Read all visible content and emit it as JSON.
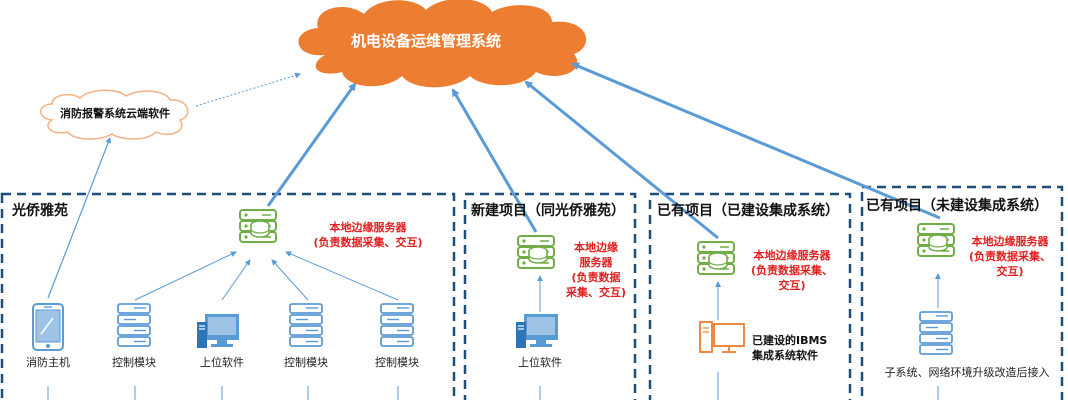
{
  "main_system": {
    "label": "机电设备运维管理系统"
  },
  "fire_cloud": {
    "label": "消防报警系统云端软件"
  },
  "zones": [
    {
      "title": "光侨雅苑"
    },
    {
      "title": "新建项目（同光侨雅苑）"
    },
    {
      "title": "已有项目（已建设集成系统）"
    },
    {
      "title": "已有项目（未建设集成系统）"
    }
  ],
  "servers": [
    {
      "line1": "本地边缘服务器",
      "line2": "(负责数据采集、交互)"
    },
    {
      "line1": "本地边缘",
      "line2": "服务器",
      "line3": "(负责数据",
      "line4": "采集、交互)"
    },
    {
      "line1": "本地边缘服务器",
      "line2": "(负责数据采集、",
      "line3": "交互)"
    },
    {
      "line1": "本地边缘服务器",
      "line2": "(负责数据采集、",
      "line3": "交互)"
    }
  ],
  "devices": [
    {
      "label": "消防主机",
      "icon": "phone-icon"
    },
    {
      "label": "控制模块",
      "icon": "module-icon"
    },
    {
      "label": "上位软件",
      "icon": "monitor-icon"
    },
    {
      "label": "控制模块",
      "icon": "module-icon"
    },
    {
      "label": "控制模块",
      "icon": "module-icon"
    },
    {
      "label": "上位软件",
      "icon": "monitor-icon"
    },
    {
      "label": "子系统、网络环境升级改造后接入",
      "icon": "module-icon"
    }
  ],
  "ibms": {
    "line1": "已建设的IBMS",
    "line2": "集成系统软件",
    "icon": "computer-icon"
  },
  "colors": {
    "cloud_orange": "#ed7d31",
    "arrow_blue": "#5b9bd5",
    "zone_border": "#1f4e79",
    "server_green": "#70ad47",
    "device_blue": "#5b9bd5",
    "text_red": "#e02020"
  }
}
